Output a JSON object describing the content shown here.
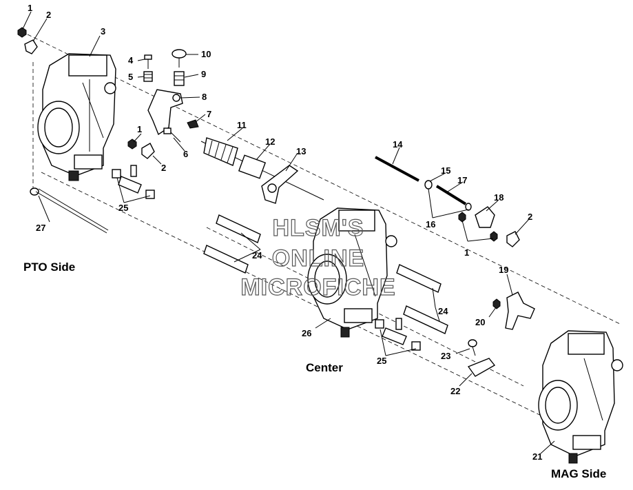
{
  "labels": {
    "side_pto": "PTO Side",
    "side_center": "Center",
    "side_mag": "MAG Side"
  },
  "watermark": {
    "line1": "HLSM'S",
    "line2": "ONLINE",
    "line3": "MICROFICHE"
  },
  "callouts": {
    "c1a": "1",
    "c2a": "2",
    "c3": "3",
    "c4": "4",
    "c5": "5",
    "c10": "10",
    "c9": "9",
    "c8": "8",
    "c7": "7",
    "c1b": "1",
    "c2b": "2",
    "c6": "6",
    "c11": "11",
    "c12": "12",
    "c13": "13",
    "c14": "14",
    "c15": "15",
    "c17": "17",
    "c16": "16",
    "c18": "18",
    "c2c": "2",
    "c1c": "1",
    "c25a": "25",
    "c27": "27",
    "c24a": "24",
    "c24b": "24",
    "c19": "19",
    "c20": "20",
    "c26": "26",
    "c25b": "25",
    "c23": "23",
    "c22": "22",
    "c21": "21"
  }
}
